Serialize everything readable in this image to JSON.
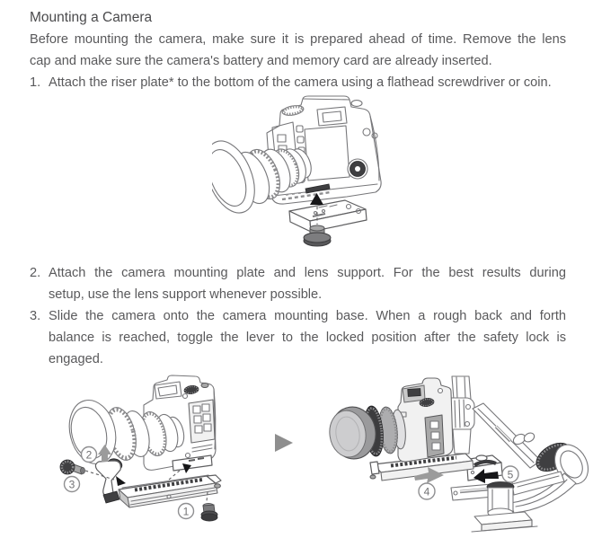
{
  "document": {
    "title": "Mounting a Camera",
    "intro_lines": [
      "Before mounting the camera, make sure it is prepared ahead of time. Remove the lens",
      "cap and make sure the camera's battery and memory card are already inserted."
    ],
    "steps": [
      {
        "num": "1.",
        "lines": [
          "Attach the riser plate* to the bottom of the camera using a flathead screwdriver or coin."
        ]
      },
      {
        "num": "2.",
        "lines": [
          "Attach the camera mounting plate and lens support. For the best results during",
          "setup, use the lens support whenever possible."
        ]
      },
      {
        "num": "3.",
        "lines": [
          "Slide the camera onto the camera mounting base. When a rough back and forth",
          "balance is reached, toggle the lever to the locked position after the safety lock is",
          "engaged."
        ]
      }
    ],
    "callouts": {
      "c1": "1",
      "c2": "2",
      "c3": "3",
      "c4": "4",
      "c5": "5"
    },
    "colors": {
      "text": "#59595b",
      "title": "#4a4a4c",
      "line_art": "#77777a",
      "dark_fill": "#3f3f41",
      "black_arrow": "#161618",
      "gray_arrow": "#9b9b9b",
      "callout_ring": "#8f8f91"
    }
  }
}
